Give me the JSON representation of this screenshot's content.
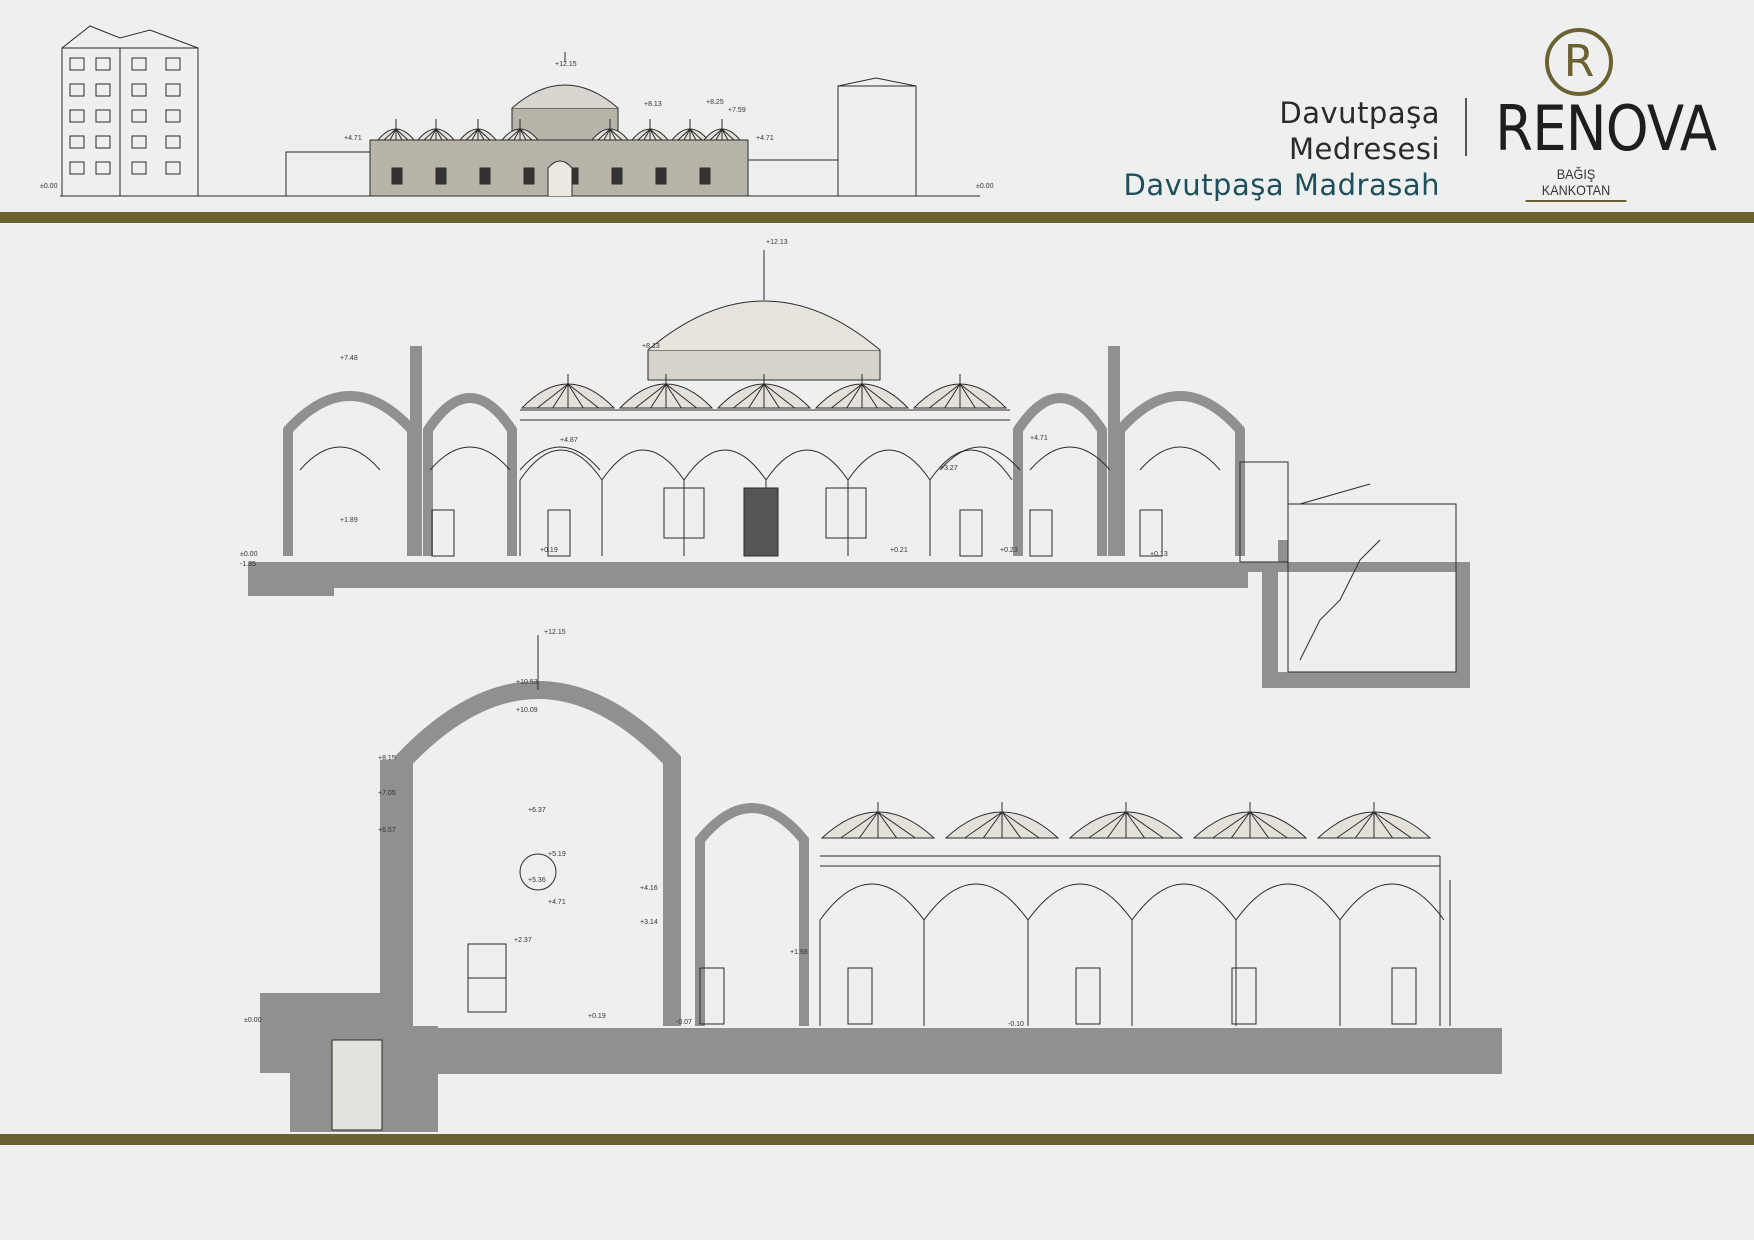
{
  "title": {
    "tr": "Davutpaşa Medresesi",
    "en": "Davutpaşa Madrasah"
  },
  "logo": {
    "letter": "R",
    "word": "RENOVA",
    "subtitle": "BAĞIŞ KANKOTAN"
  },
  "colors": {
    "accent": "#6b6233",
    "title_en": "#1f4f5a",
    "section_fill": "#8f9090",
    "line": "#2b2b2b",
    "background": "#eef0ef"
  },
  "elevation_levels": [
    "±0.00",
    "+4.71",
    "+12.15",
    "+8.13",
    "+8.25",
    "+7.59",
    "+4.71",
    "±0.00"
  ],
  "section_a_levels": [
    "+12.13",
    "+8.13",
    "+7.48",
    "+4.87",
    "+4.71",
    "+3.27",
    "+1.89",
    "+0.19",
    "±0.00",
    "+0.13",
    "+0.23",
    "+0.21",
    "-1.35"
  ],
  "section_b_levels": [
    "+12.15",
    "+10.53",
    "+10.09",
    "+8.15",
    "+7.05",
    "+6.57",
    "+6.37",
    "+5.36",
    "+5.19",
    "+4.71",
    "+4.16",
    "+3.14",
    "+2.37",
    "+1.98",
    "+0.19",
    "±0.00",
    "-0.07",
    "-0.10"
  ]
}
